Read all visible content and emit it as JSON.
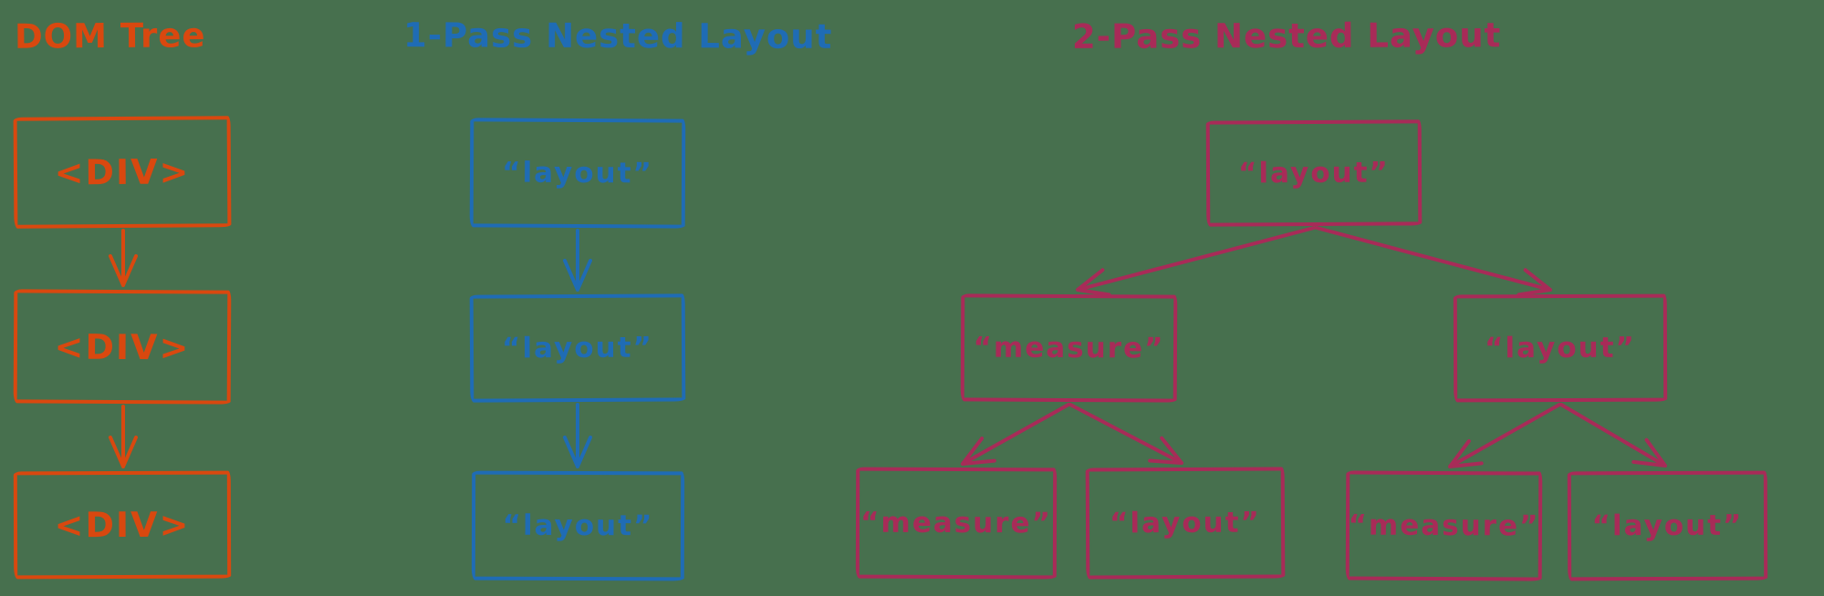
{
  "colors": {
    "background": "#47704e",
    "dom_tree": "#d9480f",
    "one_pass": "#1f6cb5",
    "two_pass": "#a82b58"
  },
  "dom_tree": {
    "title": "DOM Tree",
    "nodes": [
      "<DIV>",
      "<DIV>",
      "<DIV>"
    ]
  },
  "one_pass": {
    "title": "1-Pass Nested Layout",
    "nodes": [
      "“layout”",
      "“layout”",
      "“layout”"
    ]
  },
  "two_pass": {
    "title": "2-Pass Nested Layout",
    "root": "“layout”",
    "children": [
      {
        "label": "“measure”",
        "children": [
          "“measure”",
          "“layout”"
        ]
      },
      {
        "label": "“layout”",
        "children": [
          "“measure”",
          "“layout”"
        ]
      }
    ]
  }
}
